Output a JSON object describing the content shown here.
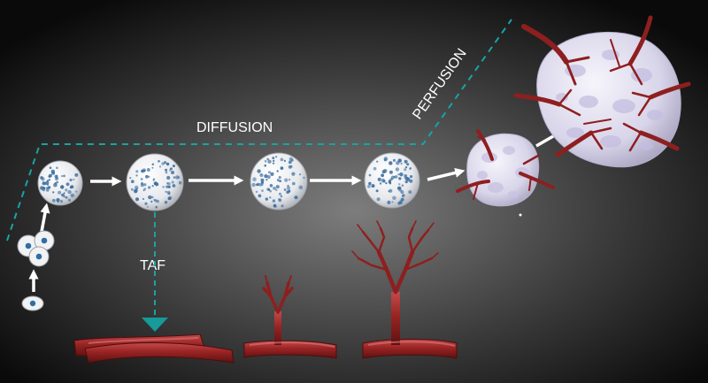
{
  "labels": {
    "diffusion": "DIFFUSION",
    "perfusion": "PERFUSION",
    "taf": "TAF"
  },
  "colors": {
    "background_center": "#7a7a7a",
    "background_edge": "#0b0b0b",
    "dashed_line": "#1aa3a3",
    "vessel": "#8e1f1f",
    "vessel_highlight": "#c65050",
    "spheroid_base": "#f2f3f5",
    "spheroid_spot": "#3d6f9f",
    "tumor_tint": "#cfc9e6",
    "arrow": "#ffffff"
  },
  "icons": [
    "single-cell-icon",
    "cell-cluster-icon",
    "spheroid-icon",
    "vascularized-tumor-icon",
    "blood-vessel-icon",
    "sprouting-vessel-icon"
  ]
}
